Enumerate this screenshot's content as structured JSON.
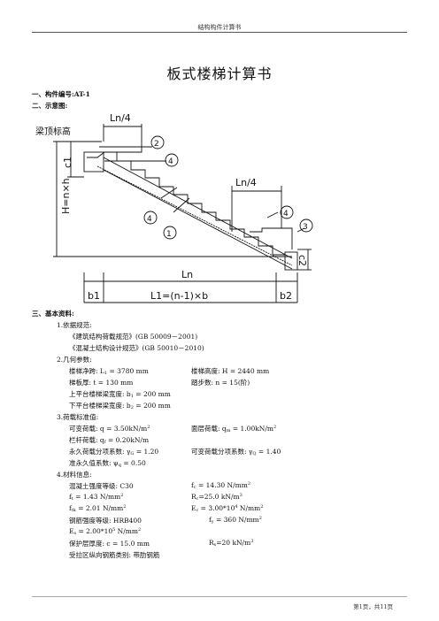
{
  "header": "结构构件计算书",
  "title": "板式楼梯计算书",
  "sections": {
    "s1": "一、构件编号:AT-1",
    "s2": "二、示意图:",
    "s3": "三、基本资料:"
  },
  "diagram": {
    "beam_top": "梁顶标高",
    "ln4_top": "Ln/4",
    "ln4_right": "Ln/4",
    "c1": "c1",
    "h": "H=n×h",
    "ln": "Ln",
    "b1": "b1",
    "l1": "L1=(n-1)×b",
    "b2": "b2",
    "c2": "c2",
    "bar1": "1",
    "bar2": "2",
    "bar3": "3",
    "bar4a": "4",
    "bar4b": "4",
    "bar4c": "4"
  },
  "basic": {
    "code_title": "1.依据规范:",
    "code1": "《建筑结构荷载规范》(GB 50009－2001)",
    "code2": "《混凝土结构设计规范》(GB 50010－2010)",
    "geo_title": "2.几何参数:",
    "span_a": "楼梯净跨: L",
    "span_b": " = 3780 mm",
    "height": "楼梯高度: H = 2440 mm",
    "thick": "梯板厚: t = 130 mm",
    "steps": "踏步数: n = 15(阶)",
    "b1_a": "上平台楼梯梁宽度: b",
    "b1_b": " = 200 mm",
    "b2_a": "下平台楼梯梁宽度: b",
    "b2_b": " = 200 mm",
    "load_title": "3.荷载标准值:",
    "live_a": "可变荷载: q = 3.50kN/m",
    "surf_a": "面层荷载: q",
    "surf_b": " = 1.00kN/m",
    "rail_a": "栏杆荷载: q",
    "rail_b": " = 0.20kN/m",
    "gg_a": "永久荷载分项系数: γ",
    "gg_b": " = 1.20",
    "gq_a": "可变荷载分项系数: γ",
    "gq_b": " = 1.40",
    "psi_a": "准永久值系数: ψ",
    "psi_b": " = 0.50",
    "mat_title": "4.材料信息:",
    "concrete": "混凝土强度等级: C30",
    "fc_a": "f",
    "fc_b": " = 14.30 N/mm",
    "ft_a": "f",
    "ft_b": " = 1.43 N/mm",
    "rc_a": "R",
    "rc_b": "=25.0 kN/m",
    "ftk_a": "f",
    "ftk_b": " = 2.01 N/mm",
    "ec_a": "E",
    "ec_b": " = 3.00*10",
    "ec_c": " N/mm",
    "steel": "钢筋强度等级: HRB400",
    "fy_a": "f",
    "fy_b": " = 360 N/mm",
    "es_a": "E",
    "es_b": " = 2.00*10",
    "es_c": " N/mm",
    "cover": "保护层厚度: c = 15.0 mm",
    "rs_a": "R",
    "rs_b": "=20 kN/m",
    "rebar": "受拉区纵向钢筋类别: 带肋钢筋"
  },
  "footer": "第1页，共11页"
}
